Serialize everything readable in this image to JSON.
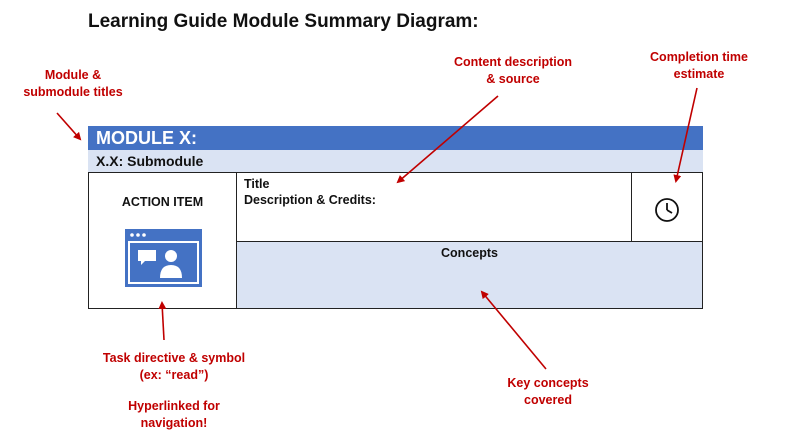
{
  "title": "Learning Guide Module Summary Diagram:",
  "module": {
    "module_title": "MODULE X:",
    "submodule_title": "X.X: Submodule"
  },
  "table": {
    "action_item": "ACTION ITEM",
    "content_title": "Title",
    "content_description": "Description & Credits:",
    "concepts": "Concepts"
  },
  "annotations": {
    "module_titles": [
      "Module &",
      "submodule titles"
    ],
    "content_source": [
      "Content description",
      "& source"
    ],
    "completion_time": [
      "Completion time",
      "estimate"
    ],
    "task_directive": [
      "Task directive & symbol",
      "(ex: “read”)"
    ],
    "hyperlinked": [
      "Hyperlinked for",
      "navigation!"
    ],
    "key_concepts": [
      "Key concepts",
      "covered"
    ]
  },
  "icons": {
    "action_icon": "video-chat-window-icon",
    "time_icon": "clock-icon"
  },
  "colors": {
    "module_bar": "#4472c4",
    "submodule_bar": "#dae3f3",
    "concepts_fill": "#dae3f3",
    "annotation_text": "#c00000",
    "arrow": "#c00000"
  }
}
